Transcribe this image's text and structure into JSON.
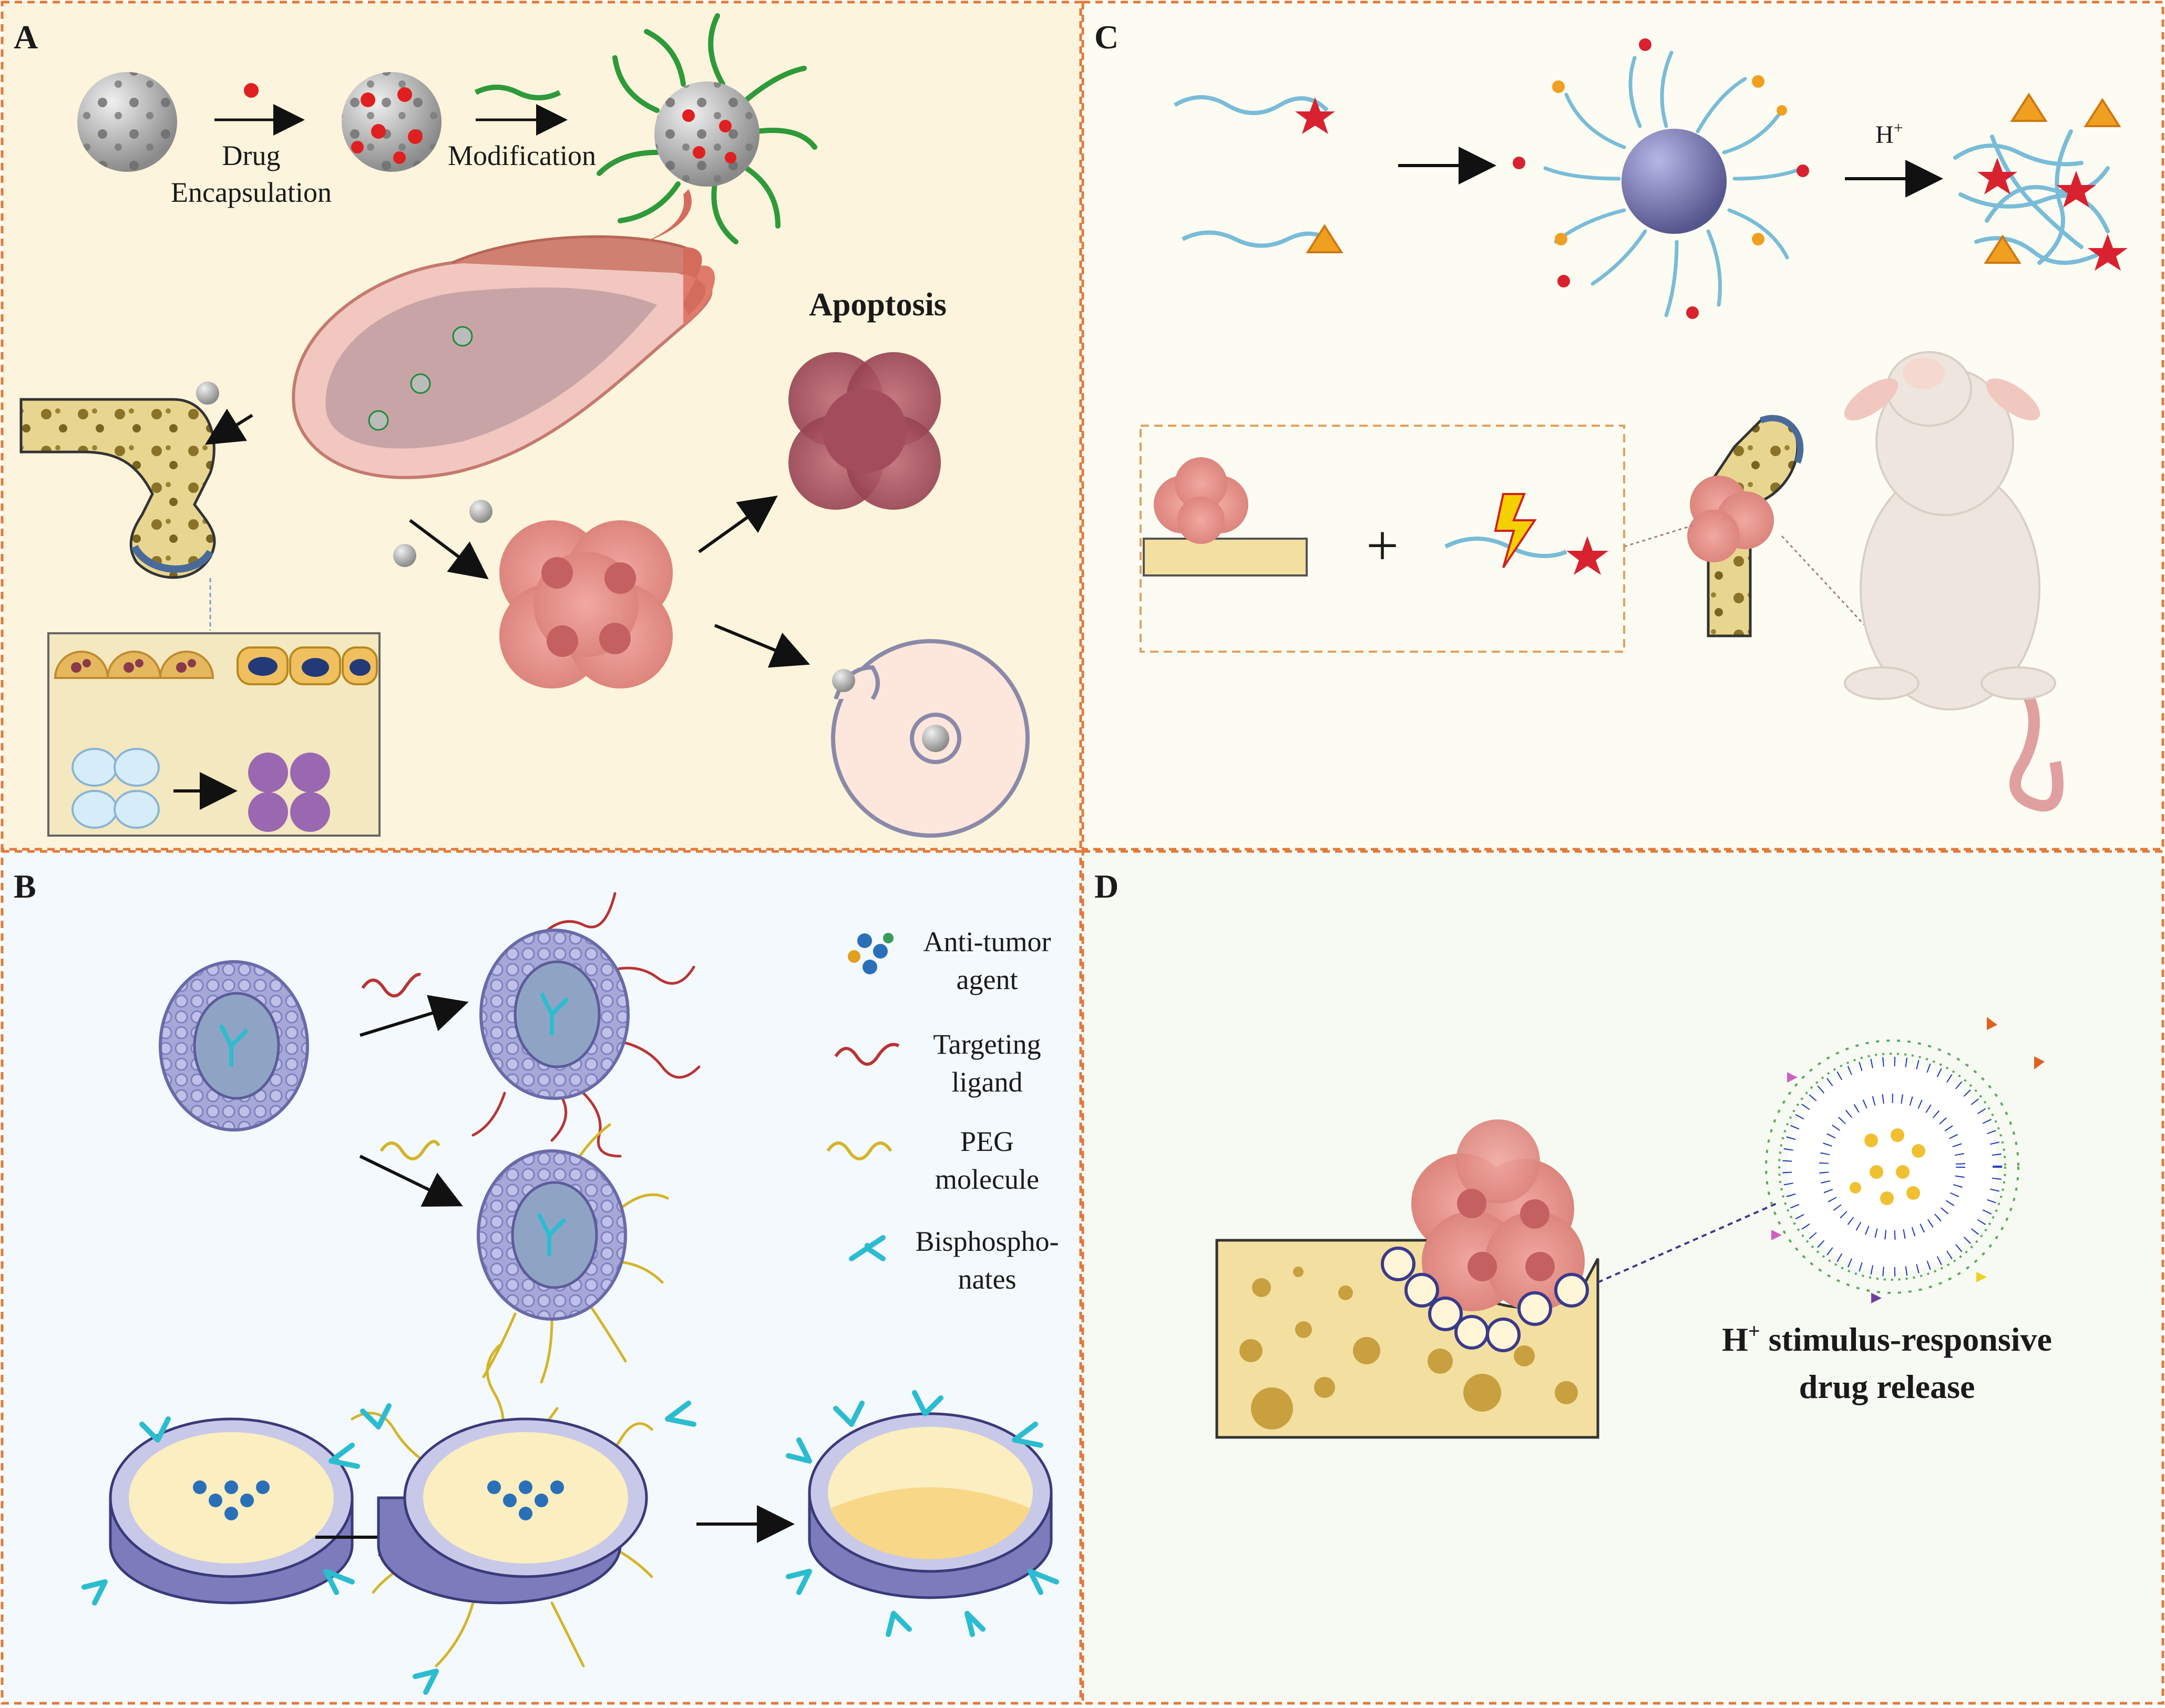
{
  "panels": {
    "a": {
      "letter": "A",
      "drug_label_1": "Drug",
      "drug_label_2": "Encapsulation",
      "modification_label": "Modification",
      "apoptosis_label": "Apoptosis"
    },
    "b": {
      "letter": "B",
      "legend": {
        "anti_tumor_1": "Anti-tumor",
        "anti_tumor_2": "agent",
        "targeting_1": "Targeting",
        "targeting_2": "ligand",
        "peg_1": "PEG",
        "peg_2": "molecule",
        "bisphos_1": "Bisphospho-",
        "bisphos_2": "nates"
      }
    },
    "c": {
      "letter": "C",
      "proton_label": "H",
      "proton_sup": "+",
      "plus_sign": "+"
    },
    "d": {
      "letter": "D",
      "title_h": "H",
      "title_sup": "+",
      "title_rest": " stimulus-responsive",
      "title_line2": "drug release"
    }
  },
  "colors": {
    "panel_a_bg": "#fcf4dc",
    "panel_b_bg": "#f3f9fc",
    "panel_c_bg": "#fdfcf2",
    "panel_d_bg": "#f6faf3",
    "border": "#e07a3a",
    "tumor": "#e08c84",
    "bone": "#f3dfa0",
    "peg": "#d4b428",
    "ligand": "#b83434",
    "bisphosphonate": "#2cbcd0",
    "liposome": "#8e8ec8",
    "polymer": "#79bcd8",
    "star": "#d8222f",
    "triangle": "#f0a020"
  }
}
